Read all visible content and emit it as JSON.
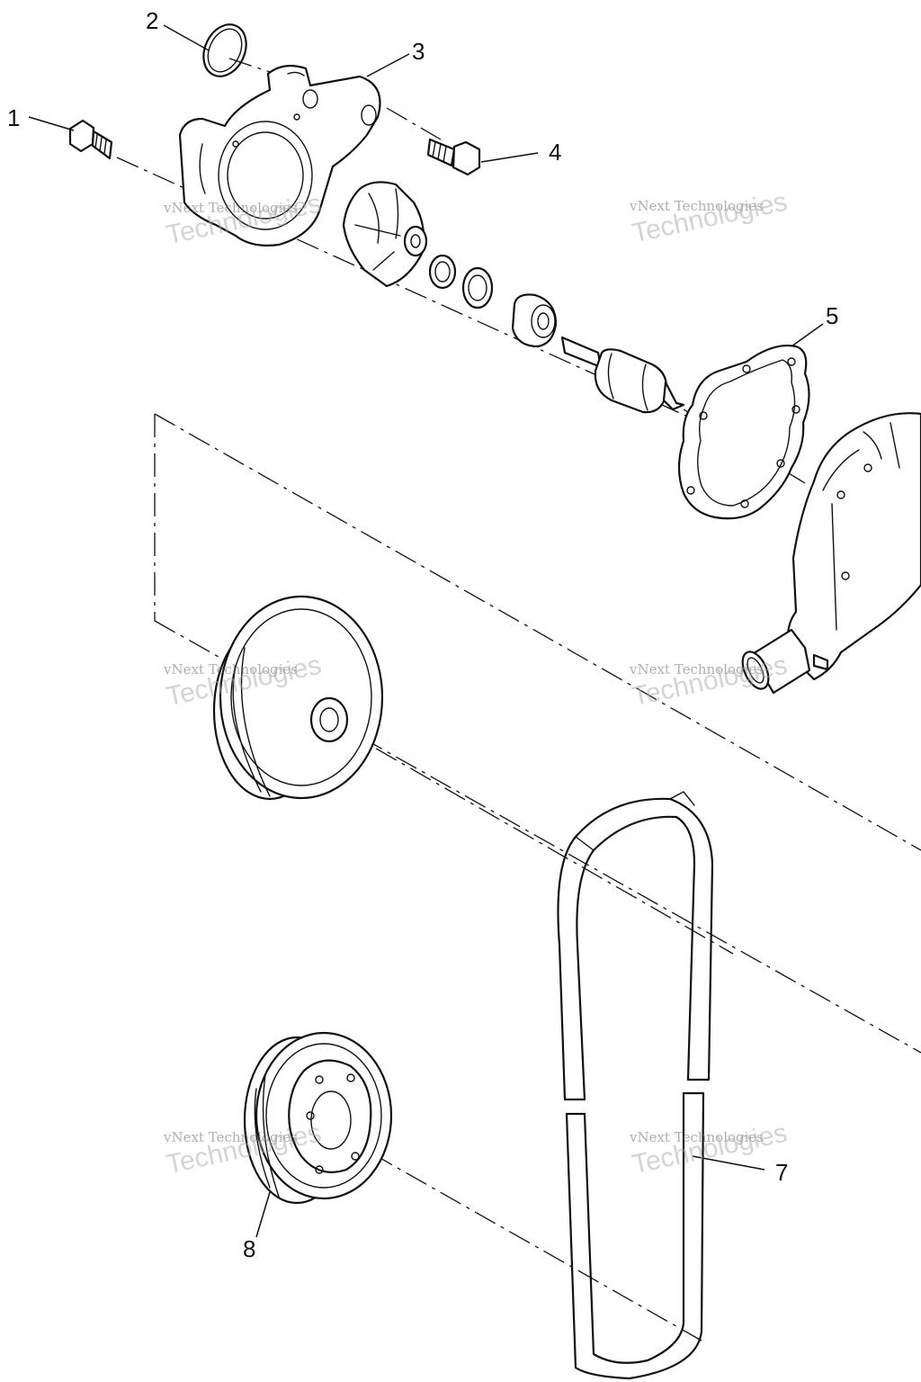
{
  "callouts": [
    {
      "id": "1",
      "label": "1"
    },
    {
      "id": "2",
      "label": "2"
    },
    {
      "id": "3",
      "label": "3"
    },
    {
      "id": "4",
      "label": "4"
    },
    {
      "id": "5",
      "label": "5"
    },
    {
      "id": "7",
      "label": "7"
    },
    {
      "id": "8",
      "label": "8"
    }
  ],
  "watermark": {
    "line1": "vNext Technologies",
    "line2": "Technologies"
  },
  "colors": {
    "line": "#111111",
    "background": "#ffffff",
    "watermark": "#8a8a8a"
  }
}
